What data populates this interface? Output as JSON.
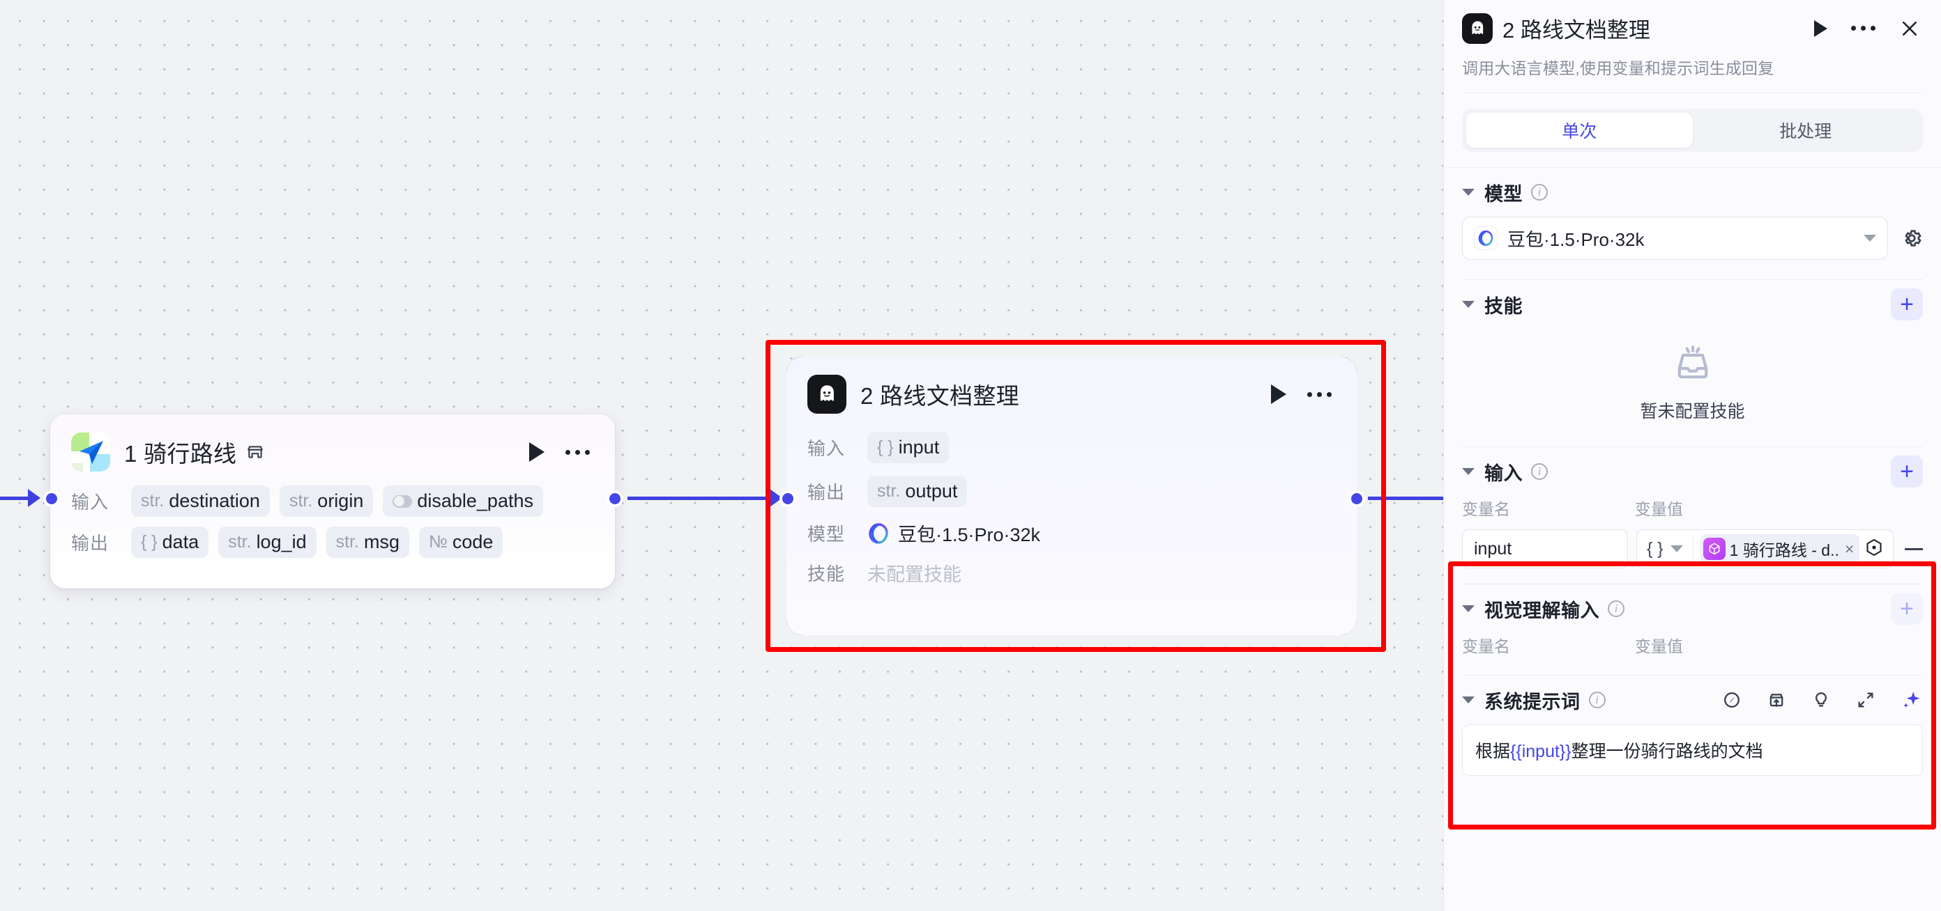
{
  "canvas": {
    "nodes": [
      {
        "id": "node-1",
        "title": "1 骑行路线",
        "icon": "map-route-icon",
        "badge": "plugin-store-icon",
        "rows": [
          {
            "label": "输入",
            "chips": [
              {
                "type": "str.",
                "name": "destination",
                "kind": "type"
              },
              {
                "type": "str.",
                "name": "origin",
                "kind": "type"
              },
              {
                "type": "",
                "name": "disable_paths",
                "kind": "toggle"
              }
            ]
          },
          {
            "label": "输出",
            "chips": [
              {
                "type": "{ }",
                "name": "data",
                "kind": "object"
              },
              {
                "type": "str.",
                "name": "log_id",
                "kind": "type"
              },
              {
                "type": "str.",
                "name": "msg",
                "kind": "type"
              },
              {
                "type": "№",
                "name": "code",
                "kind": "number"
              }
            ]
          }
        ]
      },
      {
        "id": "node-2",
        "title": "2 路线文档整理",
        "icon": "llm-ghost-icon",
        "selected": true,
        "rows": [
          {
            "label": "输入",
            "chips": [
              {
                "type": "{ }",
                "name": "input",
                "kind": "object"
              }
            ]
          },
          {
            "label": "输出",
            "chips": [
              {
                "type": "str.",
                "name": "output",
                "kind": "type"
              }
            ]
          },
          {
            "label": "模型",
            "chips": [
              {
                "type": "",
                "name": "豆包·1.5·Pro·32k",
                "kind": "model"
              }
            ]
          },
          {
            "label": "技能",
            "chips": [
              {
                "type": "",
                "name": "未配置技能",
                "kind": "muted"
              }
            ]
          }
        ]
      }
    ]
  },
  "panel": {
    "title": "2 路线文档整理",
    "subtitle": "调用大语言模型,使用变量和提示词生成回复",
    "icon": "llm-ghost-icon",
    "actions": {
      "run": "run-icon",
      "more": "more-icon",
      "close": "close-icon"
    },
    "tabs": [
      {
        "label": "单次",
        "active": true
      },
      {
        "label": "批处理",
        "active": false
      }
    ],
    "model_section": {
      "title": "模型",
      "selected": "豆包·1.5·Pro·32k",
      "settings_icon": "gear-icon"
    },
    "skill_section": {
      "title": "技能",
      "add_label": "+",
      "empty_text": "暂未配置技能",
      "empty_icon": "inbox-tray-icon"
    },
    "input_section": {
      "title": "输入",
      "add_label": "+",
      "col_name": "变量名",
      "col_value": "变量值",
      "rows": [
        {
          "name": "input",
          "type_label": "{ }",
          "ref_label": "1 骑行路线 - d..",
          "remove_label": "×"
        }
      ]
    },
    "vision_section": {
      "title": "视觉理解输入",
      "add_label": "+",
      "col_name": "变量名",
      "col_value": "变量值"
    },
    "prompt_section": {
      "title": "系统提示词",
      "tools": [
        "compass-icon",
        "inbox-upload-icon",
        "lightbulb-icon",
        "expand-icon",
        "ai-sparkle-icon"
      ],
      "text_prefix": "根据",
      "text_token": "{{input}}",
      "text_suffix": "整理一份骑行路线的文档"
    }
  },
  "colors": {
    "accent": "#4646e8",
    "annotation": "#fb0000",
    "canvas_bg": "#f1f2f4",
    "panel_bg": "#fbfbfe"
  }
}
